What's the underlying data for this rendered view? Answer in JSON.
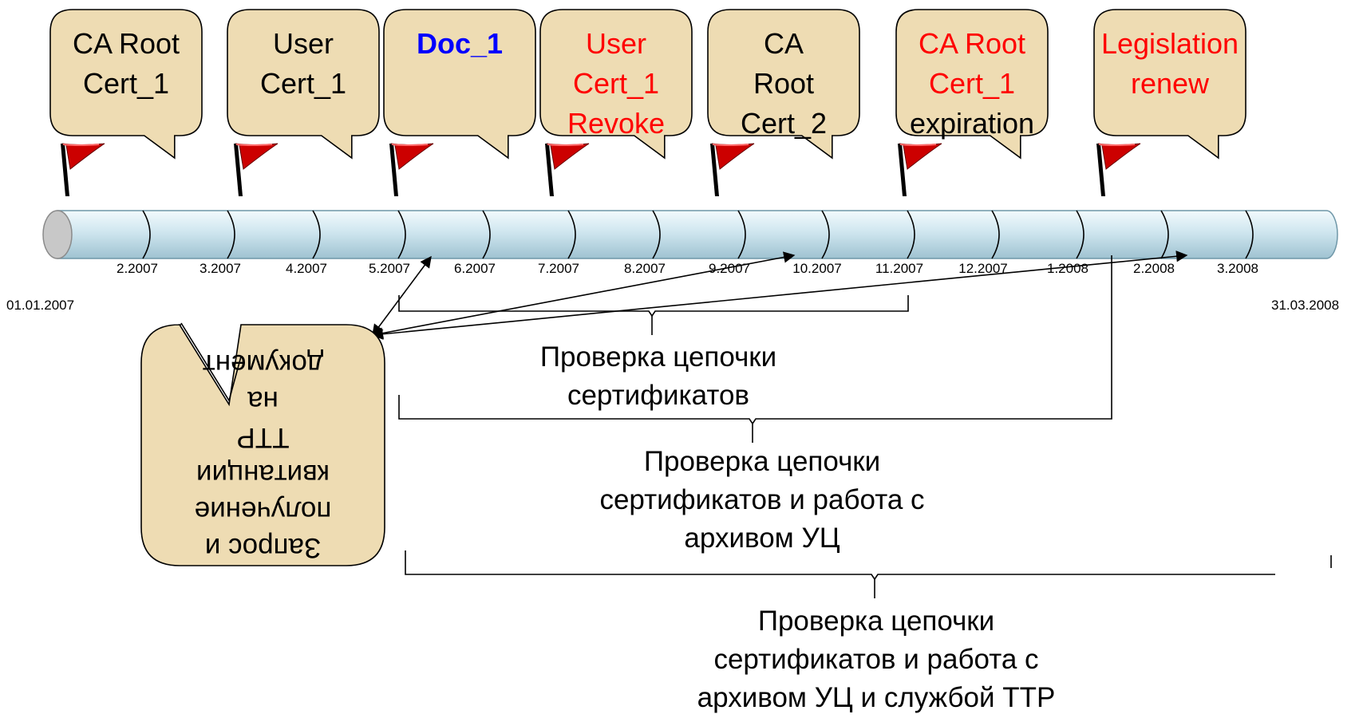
{
  "colors": {
    "callout_fill": "#eedcb3",
    "flag_red": "#cc0000",
    "timeline_fill": "#cfe6ef",
    "text_black": "#000000",
    "text_red": "#ff0000",
    "text_blue": "#0000ff"
  },
  "events": [
    {
      "lines": [
        "CA Root",
        "Cert_1"
      ],
      "color": "#000000",
      "bold": false,
      "flag_icon": "red-flag-icon"
    },
    {
      "lines": [
        "User",
        "Cert_1"
      ],
      "color": "#000000",
      "bold": false,
      "flag_icon": "red-flag-icon"
    },
    {
      "lines": [
        "Doc_1"
      ],
      "color": "#0000ff",
      "bold": true,
      "flag_icon": "red-flag-icon"
    },
    {
      "lines": [
        "User",
        "Cert_1",
        "Revoke"
      ],
      "color": "#ff0000",
      "bold": false,
      "flag_icon": "red-flag-icon"
    },
    {
      "lines": [
        "CA",
        "Root",
        "Cert_2"
      ],
      "color": "#000000",
      "bold": false,
      "flag_icon": "red-flag-icon"
    },
    {
      "lines": [
        "CA Root",
        "Cert_1",
        "expiration"
      ],
      "color": "#ff0000",
      "last_line_color": "#000000",
      "bold": false,
      "flag_icon": "red-flag-icon"
    },
    {
      "lines": [
        "Legislation",
        "renew"
      ],
      "color": "#ff0000",
      "bold": false,
      "flag_icon": "red-flag-icon"
    }
  ],
  "timeline": {
    "start_date": "01.01.2007",
    "end_date": "31.03.2008",
    "months": [
      "2.2007",
      "3.2007",
      "4.2007",
      "5.2007",
      "6.2007",
      "7.2007",
      "8.2007",
      "9.2007",
      "10.2007",
      "11.2007",
      "12.2007",
      "1.2008",
      "2.2008",
      "3.2008"
    ]
  },
  "request_callout": {
    "lines": [
      "Запрос и",
      "получение",
      "квитанции",
      "TTP",
      "на",
      "документ"
    ],
    "rotated": true
  },
  "spans": [
    {
      "label_lines": [
        "Проверка цепочки",
        "сертификатов"
      ]
    },
    {
      "label_lines": [
        "Проверка цепочки",
        "сертификатов и работа с",
        "архивом УЦ"
      ]
    },
    {
      "label_lines": [
        "Проверка цепочки",
        "сертификатов и работа с",
        "архивом УЦ и службой TTP"
      ]
    }
  ]
}
